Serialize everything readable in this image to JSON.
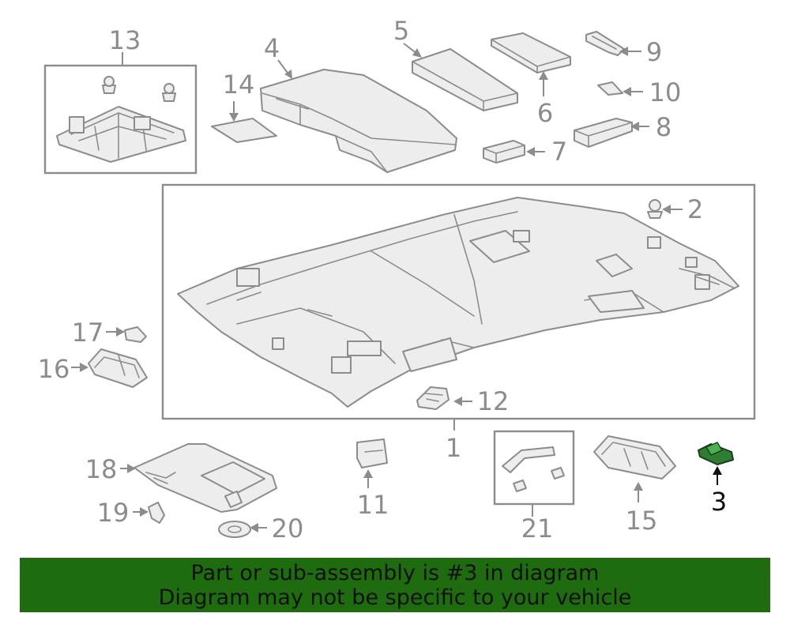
{
  "diagram": {
    "highlight_color": "#2e7d32",
    "banner_color": "#1e6b10",
    "callouts": [
      "1",
      "2",
      "3",
      "4",
      "5",
      "6",
      "7",
      "8",
      "9",
      "10",
      "11",
      "12",
      "13",
      "14",
      "15",
      "16",
      "17",
      "18",
      "19",
      "20",
      "21"
    ],
    "highlighted_callout": "3"
  },
  "banner": {
    "line1": "Part or sub-assembly is #3 in diagram",
    "line2": "Diagram may not be specific to your vehicle"
  }
}
